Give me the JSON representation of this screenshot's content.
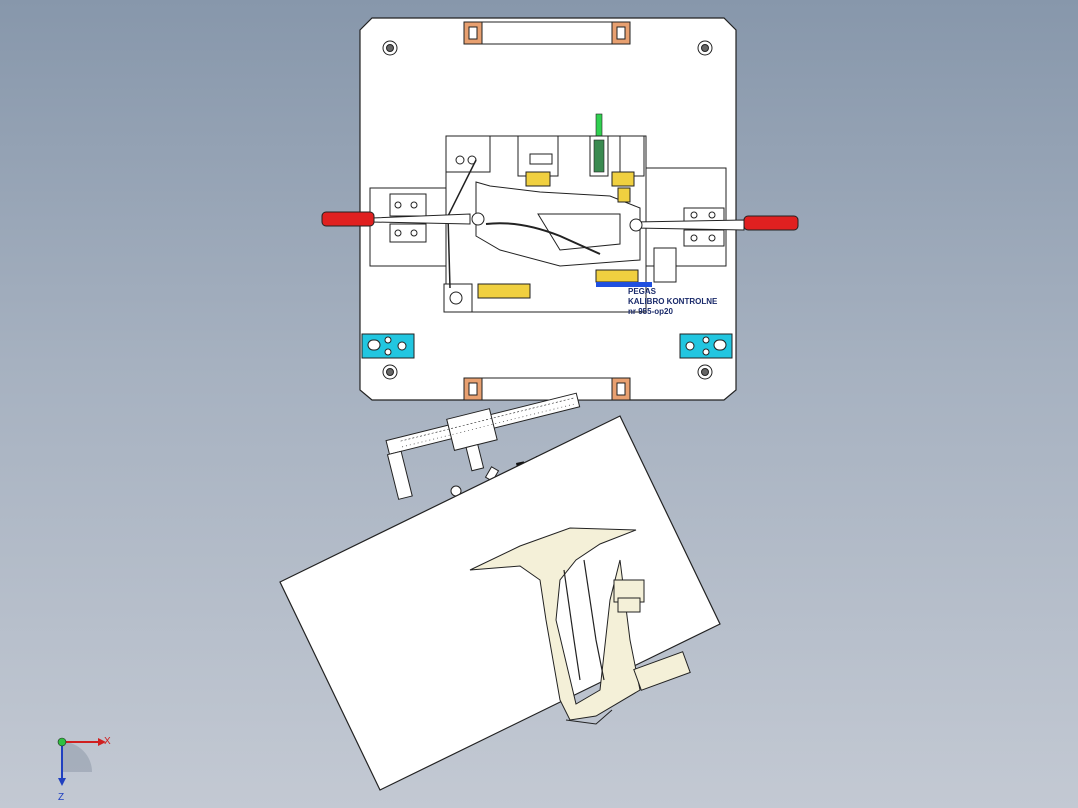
{
  "nameplate": {
    "line1": "PEGAS",
    "line2": "KALIBRO KONTROLNE",
    "line3": "nr 955-op20"
  },
  "triad": {
    "x_label": "X",
    "z_label": "Z"
  },
  "colors": {
    "background_top": "#8797ab",
    "background_bottom": "#c3c9d3",
    "plate": "#ffffff",
    "edge": "#222222",
    "handle": "#e02020",
    "pad": "#22c6e0",
    "block": "#e8a070",
    "brass": "#f0d040",
    "blue_accent": "#2050e0",
    "part": "#f4f0d8"
  }
}
